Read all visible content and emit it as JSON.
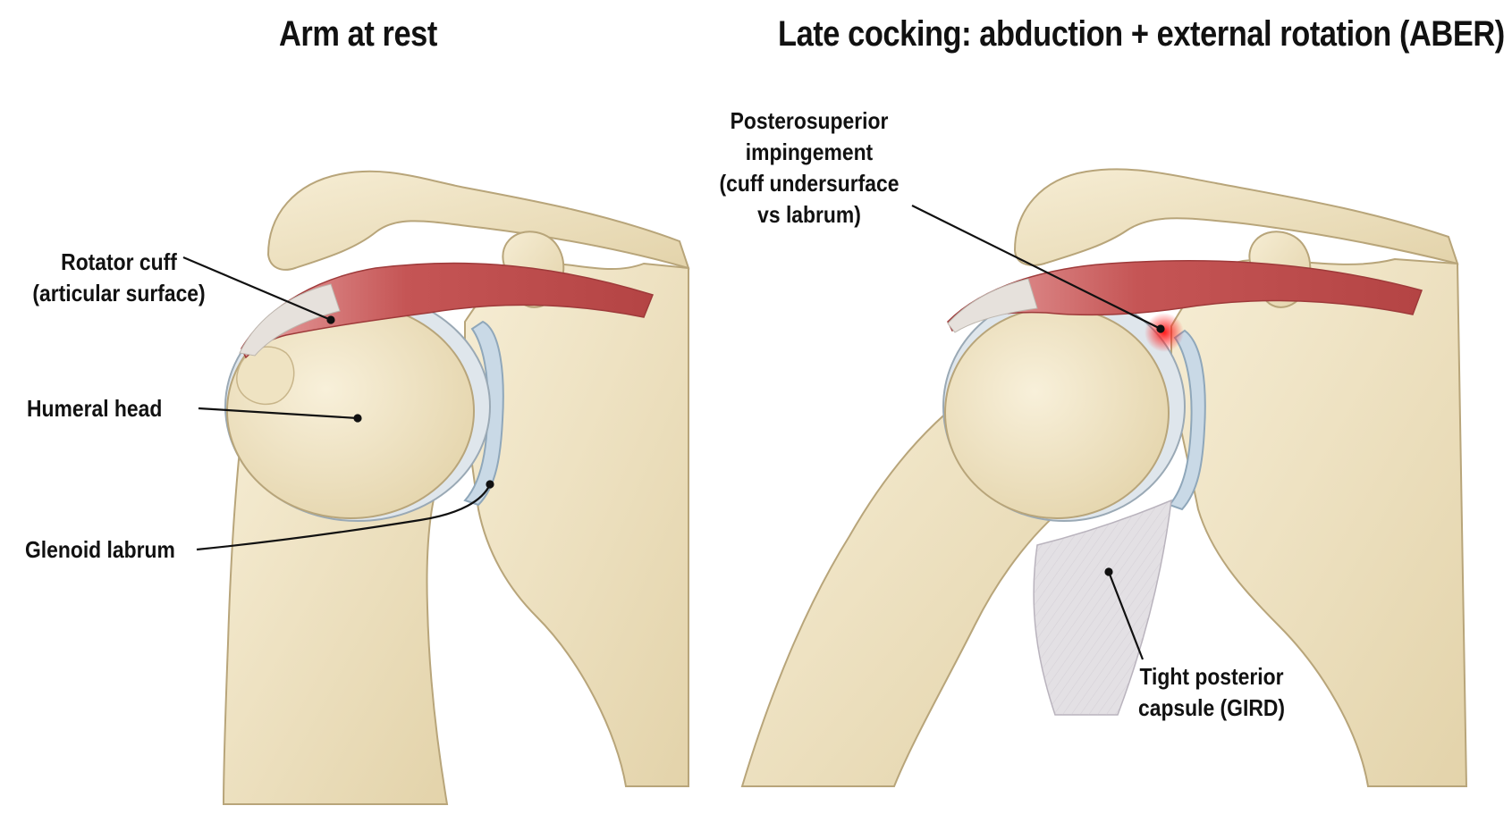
{
  "panels": [
    {
      "title": "Arm at rest",
      "labels": {
        "rotator_cuff": [
          "Rotator cuff",
          "(articular surface)"
        ],
        "humeral_head": [
          "Humeral head"
        ],
        "glenoid_labrum": [
          "Glenoid labrum"
        ]
      }
    },
    {
      "title": "Late cocking: abduction + external rotation (ABER)",
      "labels": {
        "posterosuperior_impingement": [
          "Posterosuperior",
          "impingement",
          "(cuff undersurface",
          "vs labrum)"
        ],
        "tight_posterior_capsule": [
          "Tight posterior",
          "capsule (GIRD)"
        ]
      }
    }
  ],
  "colors": {
    "bone": "#efe3c2",
    "bone_shadow": "#d9c79c",
    "bone_outline": "#b8a57a",
    "cartilage": "#dfe6ec",
    "labrum": "#c9d9e6",
    "muscle": "#c85a5a",
    "muscle_dark": "#9e3a3a",
    "tendon": "#e6e1dc",
    "capsule": "#e3e0e4",
    "impingement": "#ff2020",
    "leader": "#111111"
  }
}
